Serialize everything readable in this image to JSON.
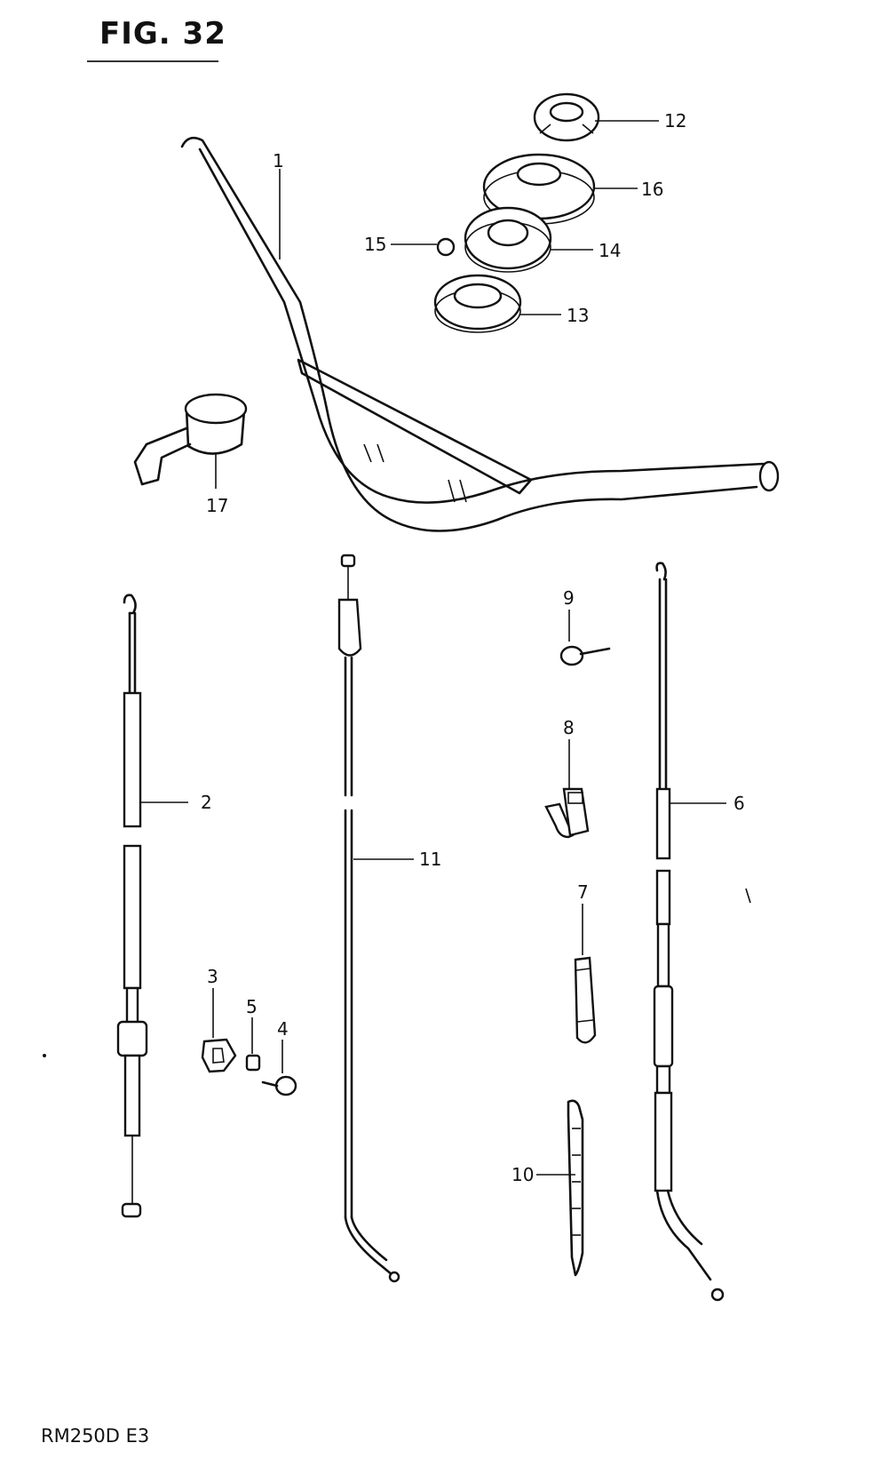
{
  "figure": {
    "title": "FIG. 32",
    "footer": "RM250D  E3"
  },
  "callouts": {
    "c1": "1",
    "c2": "2",
    "c3": "3",
    "c4": "4",
    "c5": "5",
    "c6": "6",
    "c7": "7",
    "c8": "8",
    "c9": "9",
    "c10": "10",
    "c11": "11",
    "c12": "12",
    "c13": "13",
    "c14": "14",
    "c15": "15",
    "c16": "16",
    "c17": "17"
  }
}
